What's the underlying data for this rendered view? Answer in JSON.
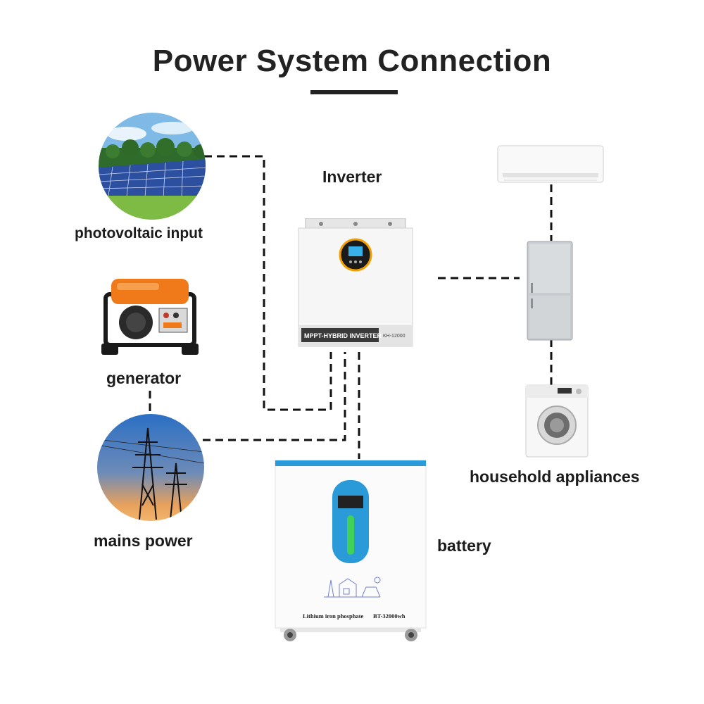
{
  "title": "Power System Connection",
  "labels": {
    "inverter": "Inverter",
    "photovoltaic": "photovoltaic input",
    "generator": "generator",
    "mains": "mains power",
    "appliances": "household appliances",
    "battery": "battery"
  },
  "inverter_panel": {
    "name": "MPPT-HYBRID INVERTER",
    "model": "KH-12000"
  },
  "battery_panel": {
    "type": "Lithium iron phosphate",
    "model": "BT-32000wh"
  },
  "colors": {
    "text": "#222222",
    "wire": "#111111",
    "battery_accent": "#2a9bd8",
    "battery_level": "#3fd15a",
    "inverter_ring": "#f2a000"
  }
}
